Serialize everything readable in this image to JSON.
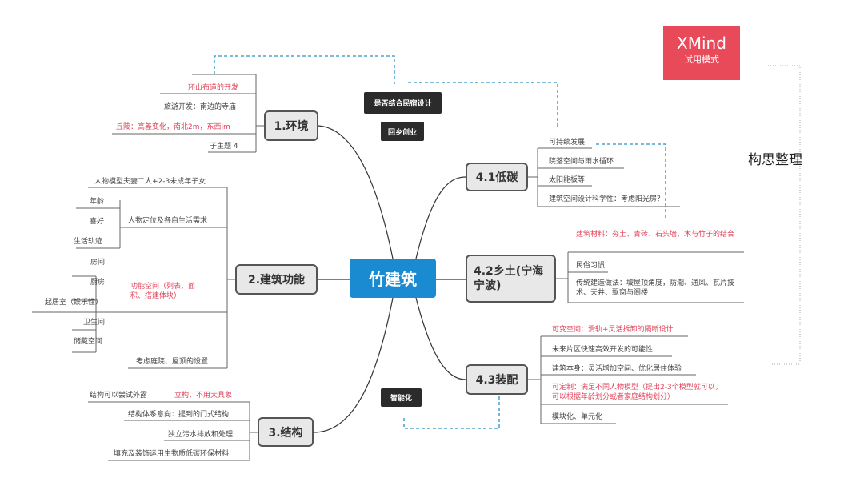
{
  "center": "竹建筑",
  "logo": {
    "brand": "XMind",
    "mode": "试用模式",
    "color": "#e84a5a"
  },
  "side_label": "构思整理",
  "floating": {
    "minsu": "是否结合民宿设计",
    "huixiang": "回乡创业",
    "smart": "智能化"
  },
  "env": {
    "title": "1.环境",
    "items": [
      "环山布道的开发",
      "旅游开发：南边的寺庙",
      "丘陵：高差变化，南北2m，东西lm",
      "子主题 4"
    ]
  },
  "func": {
    "title": "2.建筑功能",
    "model": "人物模型夫妻二人+2-3未成年子女",
    "persona": "人物定位及各自生活需求",
    "persona_items": [
      "年龄",
      "喜好",
      "生活轨迹"
    ],
    "space": "功能空间（列表、面积、搭建体块）",
    "space_items": [
      "房间",
      "厨房",
      "起居室（娱乐性）",
      "卫生间",
      "储藏空间"
    ],
    "yard": "考虑庭院、屋顶的设置"
  },
  "struct": {
    "title": "3.结构",
    "items": [
      "结构可以尝试外露",
      "结构体系意向：提到的门式结构",
      "独立污水排放和处理",
      "填充及装饰运用生物质低碳环保材料"
    ],
    "note": "立构，不用太具象"
  },
  "low": {
    "title": "4.1低碳",
    "items": [
      "可持续发展",
      "院落空间与雨水循环",
      "太阳能板等",
      "建筑空间设计科学性：考虑阳光房？"
    ]
  },
  "local": {
    "title": "4.2乡土(宁海宁波)",
    "items": [
      "建筑材料：夯土、青砖、石头墙、木与竹子的结合",
      "民俗习惯",
      "传统建造做法：坡屋顶角度，防潮、通风、瓦片技术、天井、飘窗与阁楼"
    ]
  },
  "assembly": {
    "title": "4.3装配",
    "items": [
      "可变空间：滑轨+灵活拆卸的隔断设计",
      "未来片区快速高效开发的可能性",
      "建筑本身：灵活增加空间、优化居住体验",
      "可定制：满足不同人物模型（提出2-3个模型就可以，可以根据年龄划分或者家庭结构划分）",
      "模块化、单元化"
    ]
  }
}
